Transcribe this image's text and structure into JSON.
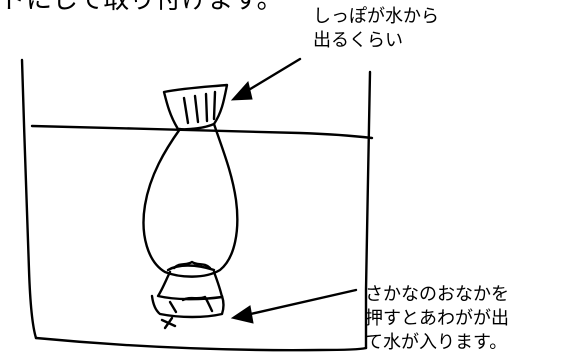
{
  "header": {
    "text": "ドにして取り付けます。"
  },
  "annotations": {
    "top": {
      "lines": [
        "しっぽが水から",
        "出るくらい"
      ]
    },
    "bottom": {
      "lines": [
        "さかなのおなかを",
        "押すとあわがが出",
        "て水が入ります。"
      ]
    }
  }
}
